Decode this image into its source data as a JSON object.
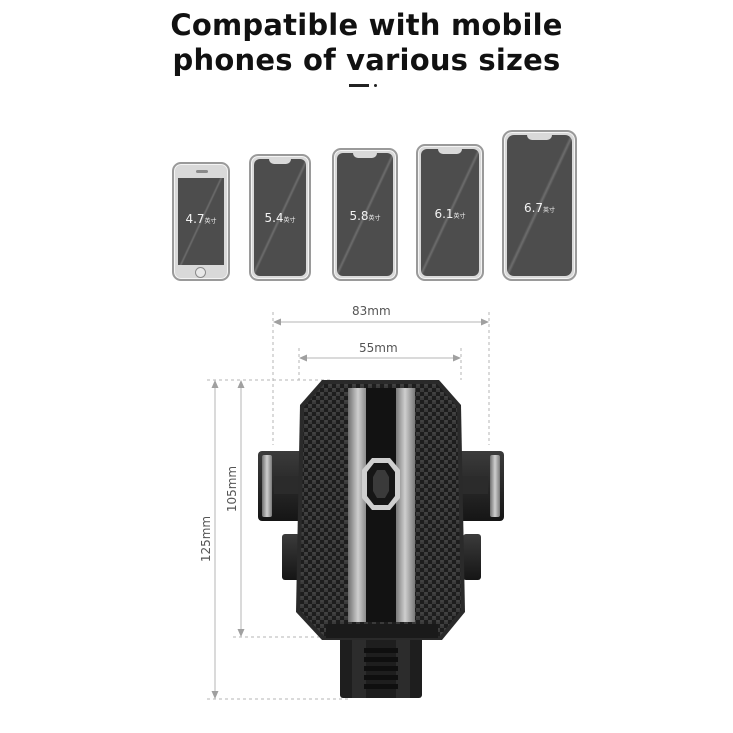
{
  "headline": {
    "line1": "Compatible with mobile",
    "line2": "phones of various sizes"
  },
  "phones": [
    {
      "size": "4.7",
      "unit": "英寸",
      "style": "home-button"
    },
    {
      "size": "5.4",
      "unit": "英寸",
      "style": "notch"
    },
    {
      "size": "5.8",
      "unit": "英寸",
      "style": "notch"
    },
    {
      "size": "6.1",
      "unit": "英寸",
      "style": "notch"
    },
    {
      "size": "6.7",
      "unit": "英寸",
      "style": "notch"
    }
  ],
  "dimensions": {
    "outer_width": "83mm",
    "inner_width": "55mm",
    "inner_height": "105mm",
    "outer_height": "125mm"
  },
  "colors": {
    "phone_body": "#d9d9d9",
    "phone_screen": "#4d4d4d",
    "dimension_line": "#b5b5b5",
    "holder_dark": "#1f1f1f",
    "holder_silver": "#9a9a9a"
  }
}
